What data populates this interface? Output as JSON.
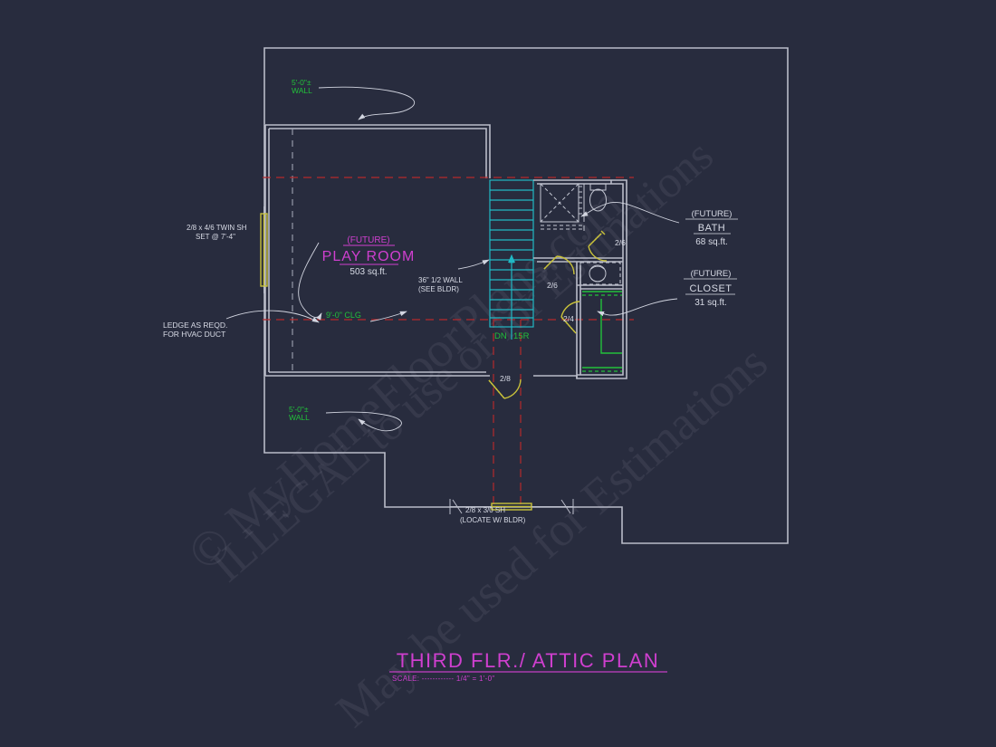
{
  "drawing": {
    "type": "architectural-floor-plan",
    "background_color": "#282c3e",
    "title": "THIRD FLR./ ATTIC PLAN",
    "scale_note": "SCALE: ------------ 1/4\" = 1'-0\"",
    "title_color": "#c43fc4",
    "wall_color": "#b9bcc9",
    "note_color": "#d8dbe6",
    "green_color": "#22c03a",
    "magenta_color": "#cf3fcf",
    "cyan_color": "#21b8c4",
    "yellow_color": "#c9c23a",
    "red_color": "#b4282c"
  },
  "rooms": [
    {
      "id": "play-room",
      "prefix": "(FUTURE)",
      "name": "PLAY ROOM",
      "area": "503 sq.ft.",
      "color": "#cf3fcf"
    },
    {
      "id": "bath",
      "prefix": "(FUTURE)",
      "name": "BATH",
      "area": "68 sq.ft.",
      "color": "#d8dbe6"
    },
    {
      "id": "closet",
      "prefix": "(FUTURE)",
      "name": "CLOSET",
      "area": "31 sq.ft.",
      "color": "#d8dbe6"
    }
  ],
  "notes": {
    "wall_note_top_l1": "5'-0\"±",
    "wall_note_top_l2": "WALL",
    "wall_note_bottom_l1": "5'-0\"±",
    "wall_note_bottom_l2": "WALL",
    "ceiling_note": "9'-0\" CLG",
    "window_left_l1": "2/8 x 4/6 TWIN SH",
    "window_left_l2": "SET @ 7'-4\"",
    "ledge_l1": "LEDGE AS REQD.",
    "ledge_l2": "FOR HVAC DUCT",
    "half_wall_l1": "36\" 1/2 WALL",
    "half_wall_l2": "(SEE BLDR)",
    "stair_dn": "DN",
    "stair_risers": "15R",
    "window_bottom_l1": "2/8 x 3/0 SH",
    "window_bottom_l2": "(LOCATE W/ BLDR)"
  },
  "door_tags": [
    {
      "id": "door-bath",
      "label": "2/6"
    },
    {
      "id": "door-hall",
      "label": "2/6"
    },
    {
      "id": "door-closet",
      "label": "2/4"
    },
    {
      "id": "door-stair-bottom",
      "label": "2/8"
    }
  ],
  "watermark": {
    "line_a": "© MyHomeFloorPlans.com",
    "line_b": "ILLEGAL to use or for Estimations",
    "line_c": "May be used for Estimations"
  }
}
